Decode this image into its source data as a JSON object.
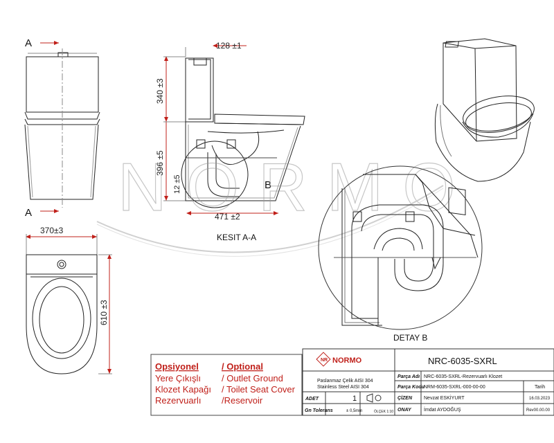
{
  "views": {
    "section_marker_top": "A",
    "section_marker_bottom": "A",
    "section_label": "KESIT A-A",
    "detail_marker": "B",
    "detail_label": "DETAY B"
  },
  "dimensions": {
    "tank_depth": "128 ±1",
    "tank_height": "340 ±3",
    "bowl_height": "396 ±5",
    "outlet_height": "12 ±5",
    "outlet_distance": "471 ±2",
    "width": "370±3",
    "length": "610 ±3"
  },
  "watermark": "NORMO",
  "options": {
    "title_tr": "Opsiyonel",
    "title_en": "/ Optional",
    "items": [
      {
        "tr": "Yere Çıkışlı",
        "en": "/ Outlet Ground"
      },
      {
        "tr": "Klozet Kapağı",
        "en": "/ Toilet Seat Cover"
      },
      {
        "tr": "Rezervuarlı",
        "en": "/Reservoir"
      }
    ]
  },
  "title_block": {
    "code_title": "NRC-6035-SXRL",
    "logo_text": "NORMO",
    "material_tr": "Paslanmaz Çelik AISI 304",
    "material_en": "Stainless Steel AISI 304",
    "part_name_label": "Parça Adı",
    "part_name": "NRC-6035-SXRL-Rezervuarlı Klozet",
    "part_code_label": "Parça Kodu",
    "part_code": "NRM-6035-SXRL-000-00-00",
    "date_label": "Tarih",
    "date": "16.03.2023",
    "qty_label": "ADET",
    "qty": "1",
    "tolerance_label": "Gn Tolerans",
    "tolerance": "± 0,5mm",
    "scale": "ÖLÇEK 1:10",
    "drawn_label": "ÇİZEN",
    "drawn_by": "Nevzat ESKİYURT",
    "approved_label": "ONAY",
    "approved_by": "İmdat AYDOĞUŞ",
    "revision": "Rev00.00.00"
  }
}
